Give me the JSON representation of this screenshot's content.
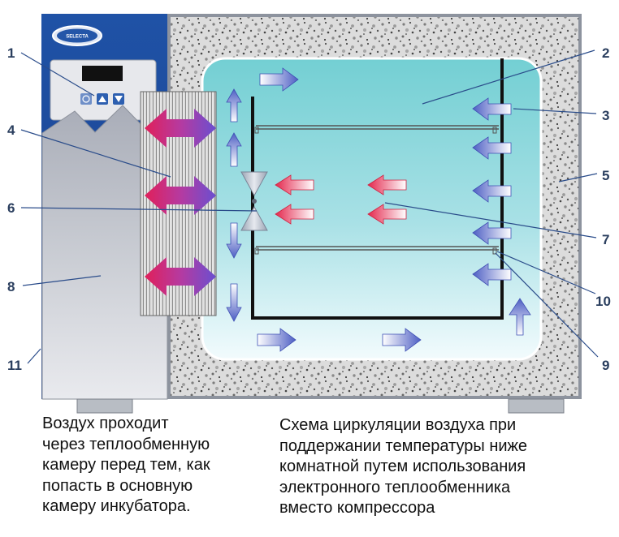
{
  "brand": {
    "logo_text": "SELECTA"
  },
  "labels": [
    "1",
    "2",
    "3",
    "4",
    "5",
    "6",
    "7",
    "8",
    "9",
    "10",
    "11"
  ],
  "captions": {
    "left": "Воздух проходит\nчерез теплообменную\nкамеру перед тем, как\nпопасть в основную\nкамеру инкубатора.",
    "right": "Схема циркуляции воздуха при\nподдержании температуры ниже\nкомнатной путем использования\nэлектронного теплообменника\nвместо компрессора"
  },
  "colors": {
    "cabinet_blue": "#1f55a8",
    "chamber_teal": "#6fcfd2",
    "panel_gray": "#bcc0c8",
    "heat_red": "#e2305a",
    "cool_blue": "#5a6cc8",
    "leader_line": "#2a4c8a"
  },
  "icons": [
    "power-icon",
    "up-arrow-icon",
    "down-arrow-icon",
    "fan-icon"
  ]
}
